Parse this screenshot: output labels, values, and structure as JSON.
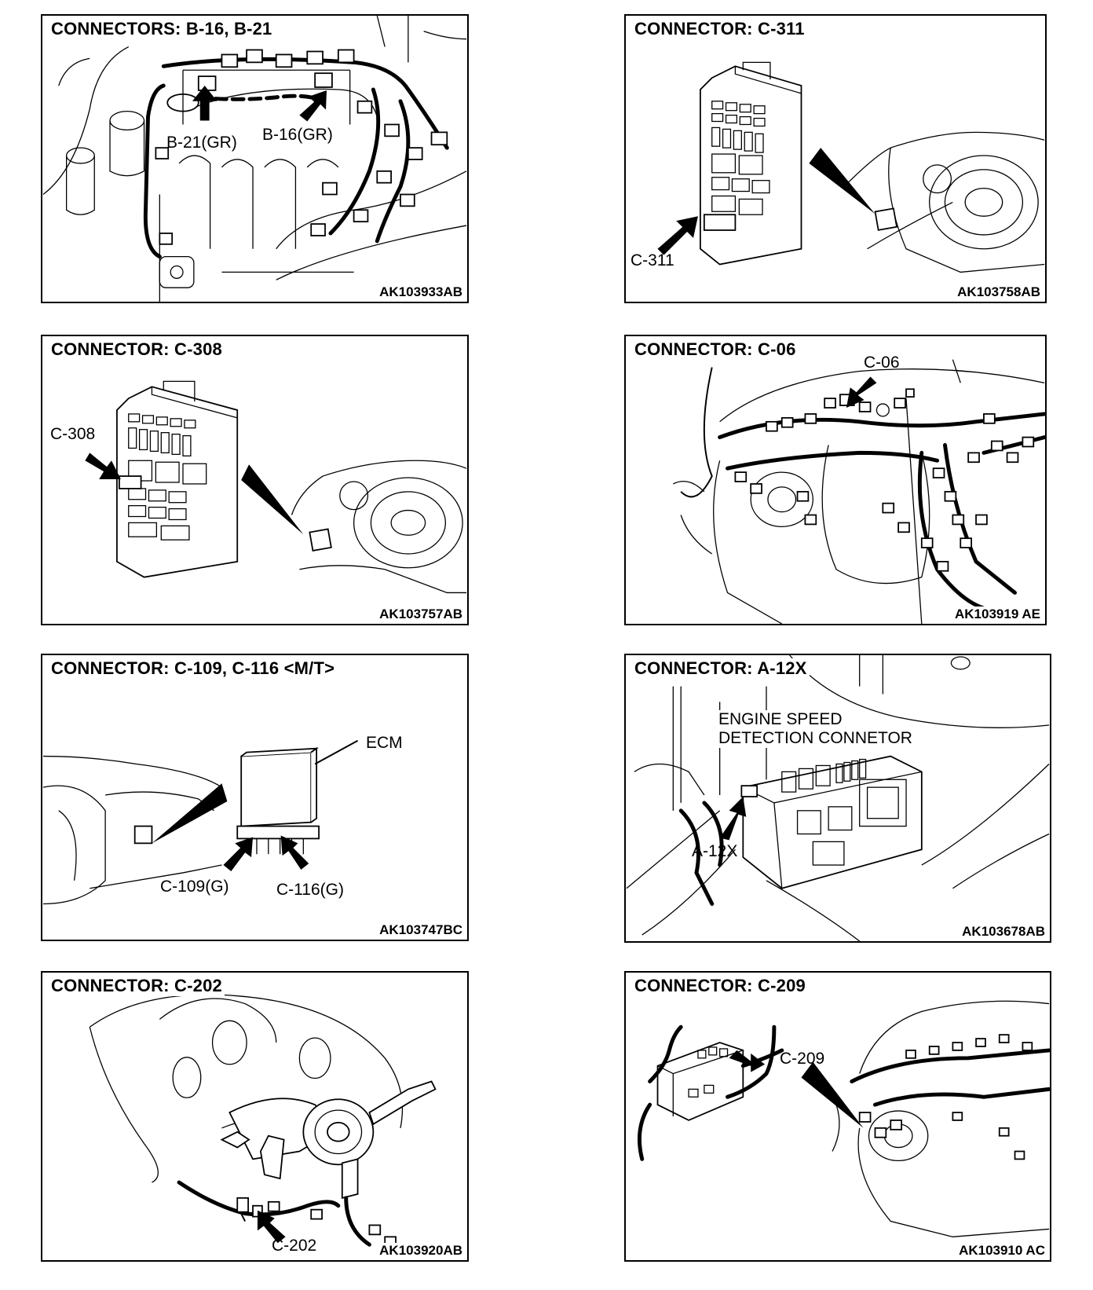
{
  "panels": [
    {
      "id": "b16-b21",
      "title": "CONNECTORS: B-16, B-21",
      "code": "AK103933AB",
      "labels": [
        "B-21(GR)",
        "B-16(GR)"
      ]
    },
    {
      "id": "c311",
      "title": "CONNECTOR: C-311",
      "code": "AK103758AB",
      "labels": [
        "C-311"
      ]
    },
    {
      "id": "c308",
      "title": "CONNECTOR: C-308",
      "code": "AK103757AB",
      "labels": [
        "C-308"
      ]
    },
    {
      "id": "c06",
      "title": "CONNECTOR: C-06",
      "code": "AK103919 AE",
      "labels": [
        "C-06"
      ]
    },
    {
      "id": "c109-c116",
      "title": "CONNECTOR: C-109, C-116 <M/T>",
      "code": "AK103747BC",
      "labels": [
        "ECM",
        "C-109(G)",
        "C-116(G)"
      ]
    },
    {
      "id": "a12x",
      "title": "CONNECTOR: A-12X",
      "code": "AK103678AB",
      "labels": [
        "ENGINE SPEED",
        "DETECTION CONNETOR",
        "A-12X"
      ]
    },
    {
      "id": "c202",
      "title": "CONNECTOR: C-202",
      "code": "AK103920AB",
      "labels": [
        "C-202"
      ]
    },
    {
      "id": "c209",
      "title": "CONNECTOR: C-209",
      "code": "AK103910 AC",
      "labels": [
        "C-209"
      ]
    }
  ]
}
